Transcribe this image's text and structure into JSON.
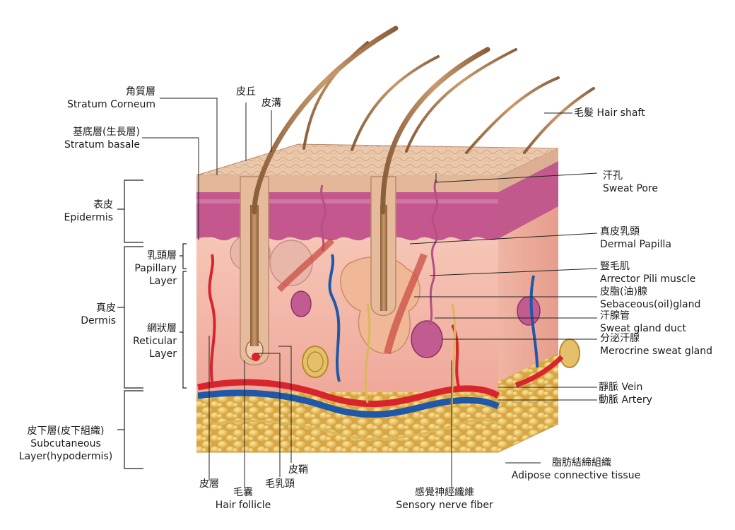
{
  "labels": {
    "stratum_corneum": {
      "zh": "角質層",
      "en": "Stratum Corneum"
    },
    "stratum_basale": {
      "zh": "基底層(生長層)",
      "en": "Stratum basale"
    },
    "epidermis": {
      "zh": "表皮",
      "en": "Epidermis"
    },
    "papillary_layer": {
      "zh": "乳頭層",
      "en1": "Papillary",
      "en2": "Layer"
    },
    "dermis": {
      "zh": "真皮",
      "en": "Dermis"
    },
    "reticular_layer": {
      "zh": "網狀層",
      "en1": "Reticular",
      "en2": "Layer"
    },
    "subcutaneous": {
      "zh": "皮下層(皮下組織)",
      "en1": "Subcutaneous",
      "en2": "Layer(hypodermis)"
    },
    "skin_ridge": {
      "zh": "皮丘"
    },
    "skin_furrow": {
      "zh": "皮溝"
    },
    "hair_shaft": {
      "text": "毛髮 Hair shaft"
    },
    "sweat_pore": {
      "zh": "汗孔",
      "en": "Sweat Pore"
    },
    "dermal_papilla": {
      "zh": "真皮乳頭",
      "en": "Dermal Papilla"
    },
    "arrector_pili": {
      "zh": "豎毛肌",
      "en": "Arrector Pili muscle"
    },
    "sebaceous_gland": {
      "zh": "皮脂(油)腺",
      "en": "Sebaceous(oil)gland"
    },
    "sweat_gland_duct": {
      "zh": "汗腺管",
      "en": "Sweat gland duct"
    },
    "merocrine_sweat_gland": {
      "zh": "分泌汗腺",
      "en": "Merocrine sweat gland"
    },
    "vein": {
      "text": "靜脈 Vein"
    },
    "artery": {
      "text": "動脈 Artery"
    },
    "adipose_tissue": {
      "zh": "脂肪結締組織",
      "en": "Adipose connective tissue"
    },
    "dermal_layer_root": {
      "zh": "皮層"
    },
    "hair_follicle": {
      "zh": "毛囊",
      "en": "Hair follicle"
    },
    "hair_papilla": {
      "zh": "毛乳頭"
    },
    "root_sheath": {
      "zh": "皮鞘"
    },
    "sensory_nerve": {
      "zh": "感覺神經纖維",
      "en": "Sensory nerve fiber"
    }
  },
  "colors": {
    "epidermis_top": "#e9c3a6",
    "stratum_basale": "#b3457e",
    "dermis": "#f3b9ac",
    "hypodermis_fat": "#e9c25a",
    "artery": "#d8242c",
    "vein": "#1f58a8",
    "nerve": "#d9b85a",
    "hair": "#a87a52",
    "leader": "#222222"
  }
}
